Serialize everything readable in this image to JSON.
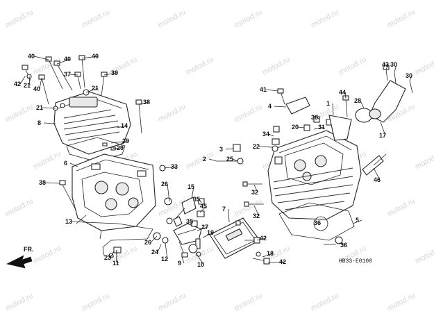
{
  "diagram": {
    "part_code": "HB33-E0100",
    "direction_label": "FR.",
    "watermark_text": "motod.ru",
    "labels": [
      {
        "id": "l40a",
        "text": "40"
      },
      {
        "id": "l40b",
        "text": "40"
      },
      {
        "id": "l40c",
        "text": "40"
      },
      {
        "id": "l40d",
        "text": "40"
      },
      {
        "id": "l42a",
        "text": "42"
      },
      {
        "id": "l21a",
        "text": "21"
      },
      {
        "id": "l37",
        "text": "37"
      },
      {
        "id": "l39",
        "text": "39"
      },
      {
        "id": "l21b",
        "text": "21"
      },
      {
        "id": "l21c",
        "text": "21"
      },
      {
        "id": "l8",
        "text": "8"
      },
      {
        "id": "l14",
        "text": "14"
      },
      {
        "id": "l38a",
        "text": "38"
      },
      {
        "id": "l29a",
        "text": "29"
      },
      {
        "id": "l29b",
        "text": "29"
      },
      {
        "id": "l6",
        "text": "6"
      },
      {
        "id": "l33",
        "text": "33"
      },
      {
        "id": "l38b",
        "text": "38"
      },
      {
        "id": "l26a",
        "text": "26"
      },
      {
        "id": "l15",
        "text": "15"
      },
      {
        "id": "l35a",
        "text": "35"
      },
      {
        "id": "l45",
        "text": "45"
      },
      {
        "id": "l13",
        "text": "13"
      },
      {
        "id": "l35b",
        "text": "35"
      },
      {
        "id": "l27",
        "text": "27"
      },
      {
        "id": "l19",
        "text": "19"
      },
      {
        "id": "l26b",
        "text": "26"
      },
      {
        "id": "l24",
        "text": "24"
      },
      {
        "id": "l23",
        "text": "23"
      },
      {
        "id": "l12",
        "text": "12"
      },
      {
        "id": "l9",
        "text": "9"
      },
      {
        "id": "l11",
        "text": "11"
      },
      {
        "id": "l10",
        "text": "10"
      },
      {
        "id": "l7",
        "text": "7"
      },
      {
        "id": "l41",
        "text": "41"
      },
      {
        "id": "l4",
        "text": "4"
      },
      {
        "id": "l36a",
        "text": "36"
      },
      {
        "id": "l34",
        "text": "34"
      },
      {
        "id": "l20",
        "text": "20"
      },
      {
        "id": "l31",
        "text": "31"
      },
      {
        "id": "l22",
        "text": "22"
      },
      {
        "id": "l3",
        "text": "3"
      },
      {
        "id": "l2",
        "text": "2"
      },
      {
        "id": "l25",
        "text": "25"
      },
      {
        "id": "l44",
        "text": "44"
      },
      {
        "id": "l1",
        "text": "1"
      },
      {
        "id": "l43",
        "text": "43"
      },
      {
        "id": "l30a",
        "text": "30"
      },
      {
        "id": "l30b",
        "text": "30"
      },
      {
        "id": "l28",
        "text": "28"
      },
      {
        "id": "l17",
        "text": "17"
      },
      {
        "id": "l46",
        "text": "46"
      },
      {
        "id": "l32a",
        "text": "32"
      },
      {
        "id": "l32b",
        "text": "32"
      },
      {
        "id": "l5",
        "text": "5"
      },
      {
        "id": "l36b",
        "text": "36"
      },
      {
        "id": "l36c",
        "text": "36"
      },
      {
        "id": "l42b",
        "text": "42"
      },
      {
        "id": "l18",
        "text": "18"
      },
      {
        "id": "l42c",
        "text": "42"
      }
    ]
  }
}
